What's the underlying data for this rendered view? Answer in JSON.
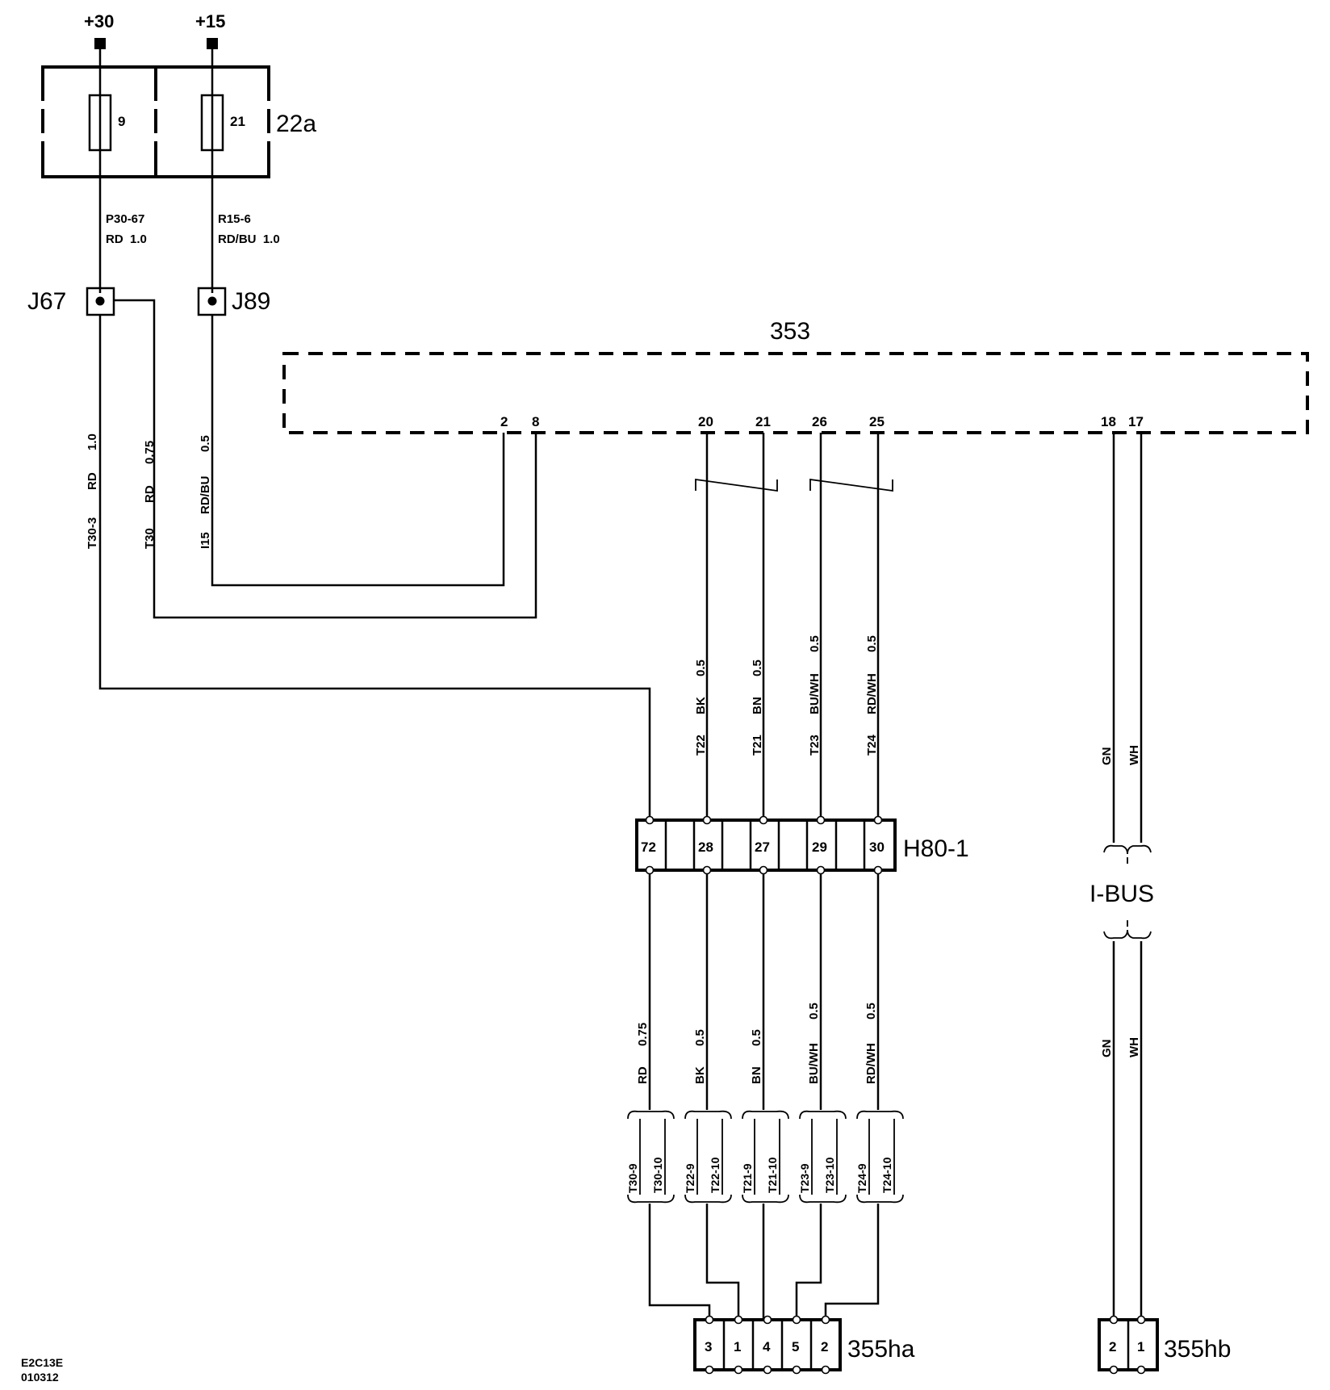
{
  "supply": {
    "terminal_30": "+30",
    "terminal_15": "+15"
  },
  "fuse_box": {
    "label": "22a",
    "fuses": [
      {
        "number": "9"
      },
      {
        "number": "21"
      }
    ]
  },
  "fuse_wires": [
    {
      "code": "P30-67",
      "spec": "RD  1.0"
    },
    {
      "code": "R15-6",
      "spec": "RD/BU  1.0"
    }
  ],
  "junctions": {
    "j67": "J67",
    "j89": "J89"
  },
  "vertical_wires": [
    {
      "code": "T30-3",
      "color": "RD",
      "size": "1.0"
    },
    {
      "code": "T30",
      "color": "RD",
      "size": "0.75"
    },
    {
      "code": "I15",
      "color": "RD/BU",
      "size": "0.5"
    }
  ],
  "module": {
    "label": "353",
    "pins": [
      "2",
      "8",
      "20",
      "21",
      "26",
      "25",
      "18",
      "17"
    ]
  },
  "upper_branch_wires": [
    {
      "code": "T22",
      "color": "BK",
      "size": "0.5"
    },
    {
      "code": "T21",
      "color": "BN",
      "size": "0.5"
    },
    {
      "code": "T23",
      "color": "BU/WH",
      "size": "0.5"
    },
    {
      "code": "T24",
      "color": "RD/WH",
      "size": "0.5"
    }
  ],
  "bus_wires_upper": [
    {
      "color": "GN"
    },
    {
      "color": "WH"
    }
  ],
  "connector_h80": {
    "label": "H80-1",
    "pins": [
      "72",
      "28",
      "27",
      "29",
      "30"
    ]
  },
  "bus_label": "I-BUS",
  "lower_branch_wires": [
    {
      "color": "RD",
      "size": "0.75"
    },
    {
      "color": "BK",
      "size": "0.5"
    },
    {
      "color": "BN",
      "size": "0.5"
    },
    {
      "color": "BU/WH",
      "size": "0.5"
    },
    {
      "color": "RD/WH",
      "size": "0.5"
    }
  ],
  "bus_wires_lower": [
    {
      "color": "GN"
    },
    {
      "color": "WH"
    }
  ],
  "splices": [
    {
      "a": "T30-9",
      "b": "T30-10"
    },
    {
      "a": "T22-9",
      "b": "T22-10"
    },
    {
      "a": "T21-9",
      "b": "T21-10"
    },
    {
      "a": "T23-9",
      "b": "T23-10"
    },
    {
      "a": "T24-9",
      "b": "T24-10"
    }
  ],
  "connector_355ha": {
    "label": "355ha",
    "pins": [
      "3",
      "1",
      "4",
      "5",
      "2"
    ]
  },
  "connector_355hb": {
    "label": "355hb",
    "pins": [
      "2",
      "1"
    ]
  },
  "footer": {
    "code": "E2C13E",
    "date": "010312"
  }
}
